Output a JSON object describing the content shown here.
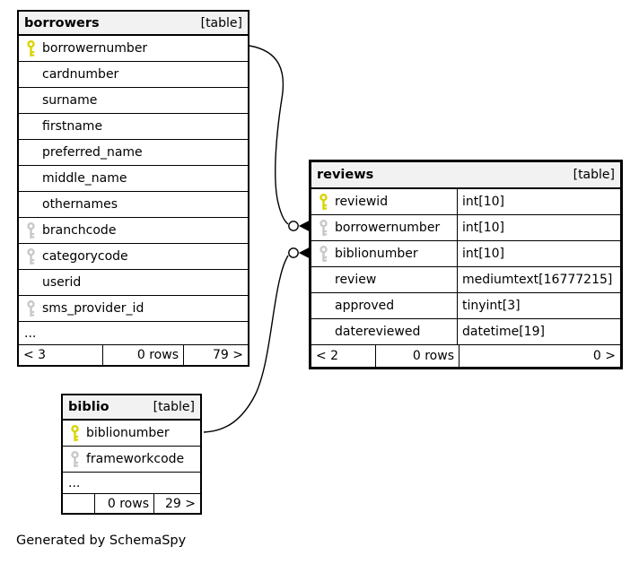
{
  "caption": "Generated by SchemaSpy",
  "colors": {
    "primary_key": "#d8d400",
    "foreign_key": "#c8c8c8",
    "header_bg": "#f2f2f2",
    "border": "#000000"
  },
  "tables": [
    {
      "id": "borrowers",
      "name": "borrowers",
      "badge": "[table]",
      "columns": [
        {
          "name": "borrowernumber",
          "key": "primary"
        },
        {
          "name": "cardnumber",
          "key": "none"
        },
        {
          "name": "surname",
          "key": "none"
        },
        {
          "name": "firstname",
          "key": "none"
        },
        {
          "name": "preferred_name",
          "key": "none"
        },
        {
          "name": "middle_name",
          "key": "none"
        },
        {
          "name": "othernames",
          "key": "none"
        },
        {
          "name": "branchcode",
          "key": "ref"
        },
        {
          "name": "categorycode",
          "key": "ref"
        },
        {
          "name": "userid",
          "key": "none"
        },
        {
          "name": "sms_provider_id",
          "key": "ref"
        }
      ],
      "ellipsis": "...",
      "footer": {
        "prev": "< 3",
        "rows": "0 rows",
        "next": "79 >"
      }
    },
    {
      "id": "reviews",
      "name": "reviews",
      "badge": "[table]",
      "columns": [
        {
          "name": "reviewid",
          "key": "primary",
          "type": "int[10]"
        },
        {
          "name": "borrowernumber",
          "key": "ref",
          "type": "int[10]"
        },
        {
          "name": "biblionumber",
          "key": "ref",
          "type": "int[10]"
        },
        {
          "name": "review",
          "key": "none",
          "type": "mediumtext[16777215]"
        },
        {
          "name": "approved",
          "key": "none",
          "type": "tinyint[3]"
        },
        {
          "name": "datereviewed",
          "key": "none",
          "type": "datetime[19]"
        }
      ],
      "footer": {
        "prev": "< 2",
        "rows": "0 rows",
        "next": "0 >"
      }
    },
    {
      "id": "biblio",
      "name": "biblio",
      "badge": "[table]",
      "columns": [
        {
          "name": "biblionumber",
          "key": "primary"
        },
        {
          "name": "frameworkcode",
          "key": "ref"
        }
      ],
      "ellipsis": "...",
      "footer": {
        "prev": "",
        "rows": "0 rows",
        "next": "29 >"
      }
    }
  ],
  "relationships": [
    {
      "from": "borrowers.borrowernumber",
      "to": "reviews.borrowernumber"
    },
    {
      "from": "biblio.biblionumber",
      "to": "reviews.biblionumber"
    }
  ]
}
